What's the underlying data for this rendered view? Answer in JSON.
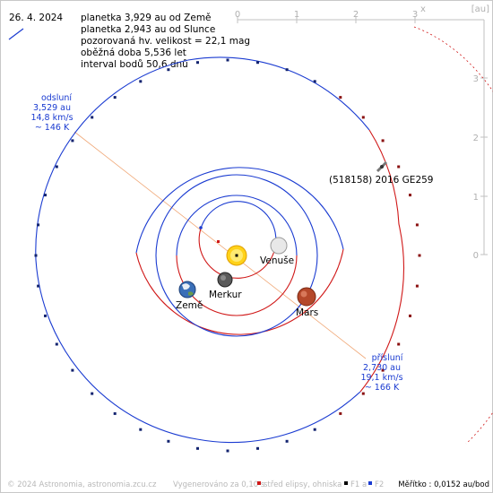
{
  "date": "26. 4. 2024",
  "info_lines": [
    "planetka 3,929 au od Země",
    "planetka 2,943 au od Slunce",
    "pozorovaná hv. velikost = 22,1 mag",
    "oběžná doba 5,536 let",
    "interval bodů 50,6 dnů"
  ],
  "axes": {
    "x_ticks": [
      "0",
      "1",
      "2",
      "3"
    ],
    "x_label": "x",
    "y_ticks": [
      "3",
      "2",
      "1",
      "0"
    ],
    "unit": "[au]"
  },
  "object_name": "(518158) 2016 GE259",
  "aphelion": {
    "title": "odsluní",
    "distance": "3,529 au",
    "speed": "14,8 km/s",
    "temp": "~ 146 K"
  },
  "perihelion": {
    "title": "přísluní",
    "distance": "2,730 au",
    "speed": "19,1 km/s",
    "temp": "~ 166 K"
  },
  "planets": {
    "venus": "Venuše",
    "mercury": "Merkur",
    "earth": "Země",
    "mars": "Mars"
  },
  "footer": {
    "copyright": "© 2024 Astronomia, astronomia.zcu.cz",
    "generated": "Vygenerováno za 0,10 s",
    "legend_center": "střed elipsy, ohniska",
    "legend_f1": "F1 a",
    "legend_f2": "F2",
    "scale": "Měřítko : 0,0152 au/bod"
  },
  "colors": {
    "orbit_blue": "#1a3bd1",
    "orbit_red": "#d01818",
    "apsis_line": "#f0a878",
    "axis_grey": "#c0c0c0"
  }
}
